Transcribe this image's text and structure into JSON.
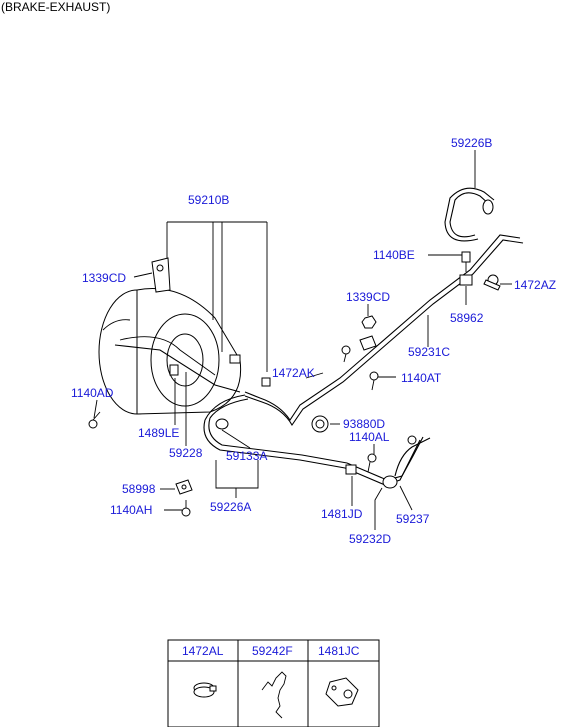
{
  "title": "(BRAKE-EXHAUST)",
  "labels": [
    {
      "id": "59226B",
      "text": "59226B"
    },
    {
      "id": "59210B",
      "text": "59210B"
    },
    {
      "id": "1140BE",
      "text": "1140BE"
    },
    {
      "id": "1472AZ",
      "text": "1472AZ"
    },
    {
      "id": "1339CD_a",
      "text": "1339CD"
    },
    {
      "id": "1339CD_b",
      "text": "1339CD"
    },
    {
      "id": "58962",
      "text": "58962"
    },
    {
      "id": "59231C",
      "text": "59231C"
    },
    {
      "id": "1472AK",
      "text": "1472AK"
    },
    {
      "id": "1140AT",
      "text": "1140AT"
    },
    {
      "id": "1140AD",
      "text": "1140AD"
    },
    {
      "id": "93880D",
      "text": "93880D"
    },
    {
      "id": "1140AL",
      "text": "1140AL"
    },
    {
      "id": "1489LE",
      "text": "1489LE"
    },
    {
      "id": "59228",
      "text": "59228"
    },
    {
      "id": "59133A",
      "text": "59133A"
    },
    {
      "id": "58998",
      "text": "58998"
    },
    {
      "id": "1140AH",
      "text": "1140AH"
    },
    {
      "id": "59226A",
      "text": "59226A"
    },
    {
      "id": "1481JD",
      "text": "1481JD"
    },
    {
      "id": "59237",
      "text": "59237"
    },
    {
      "id": "59232D",
      "text": "59232D"
    }
  ],
  "legend_table": {
    "headers": [
      "1472AL",
      "59242F",
      "1481JC"
    ]
  },
  "colors": {
    "label_color": "#1a1ad8",
    "line_color": "#000000"
  }
}
